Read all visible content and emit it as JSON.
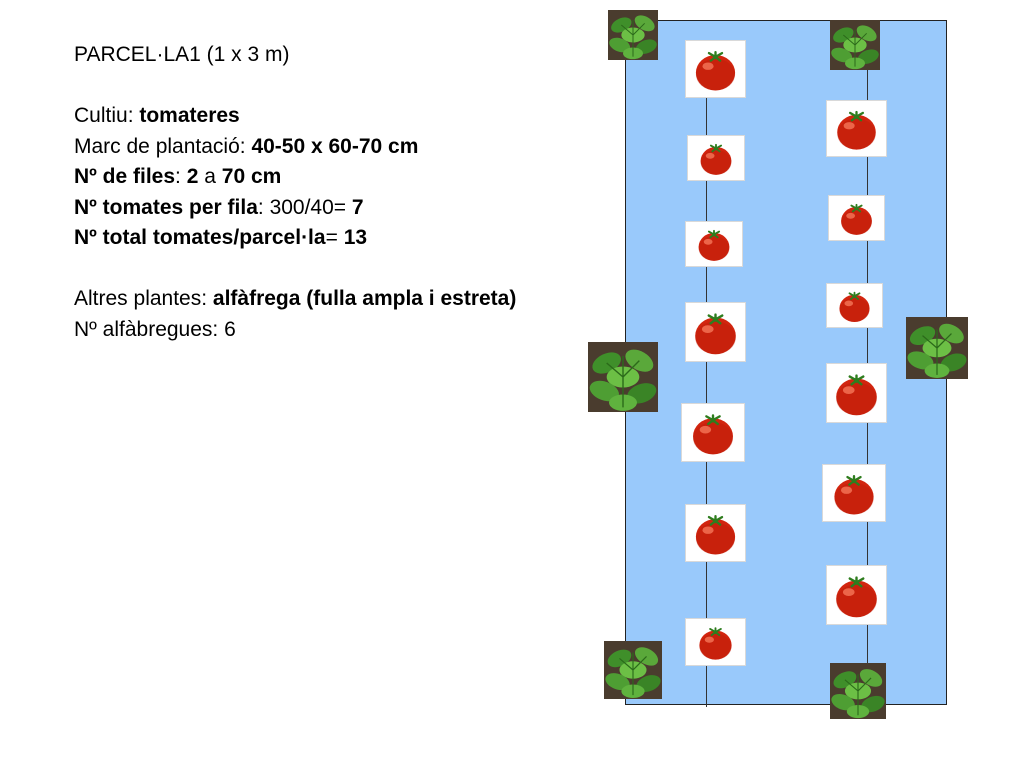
{
  "title": "PARCEL·LA1 (1 x 3 m)",
  "crop": {
    "label": "Cultiu: ",
    "value": "tomateres"
  },
  "spacing": {
    "label": "Marc de plantació: ",
    "value": "40-50 x 60-70 cm"
  },
  "rows": {
    "label": "Nº de files",
    "sep": ": ",
    "value_a": "2",
    "mid": " a ",
    "value_b": "70 cm"
  },
  "per_row": {
    "label": "Nº tomates per fila",
    "sep": ": ",
    "calc": "300/40= ",
    "value": "7"
  },
  "total": {
    "label": "Nº total tomates/parcel·la",
    "sep": "= ",
    "value": "13"
  },
  "other": {
    "label": "Altres plantes: ",
    "value": "alfàfrega (fulla ampla i estreta)"
  },
  "basil_count": {
    "label": "Nº alfàbregues: ",
    "value": "6"
  },
  "diagram": {
    "plot_color": "#99c9fb",
    "tomato_icon": "tomato-icon",
    "basil_icon": "basil-icon",
    "left_row_tomatoes": 7,
    "right_row_tomatoes": 6,
    "basil_plants": 6
  }
}
